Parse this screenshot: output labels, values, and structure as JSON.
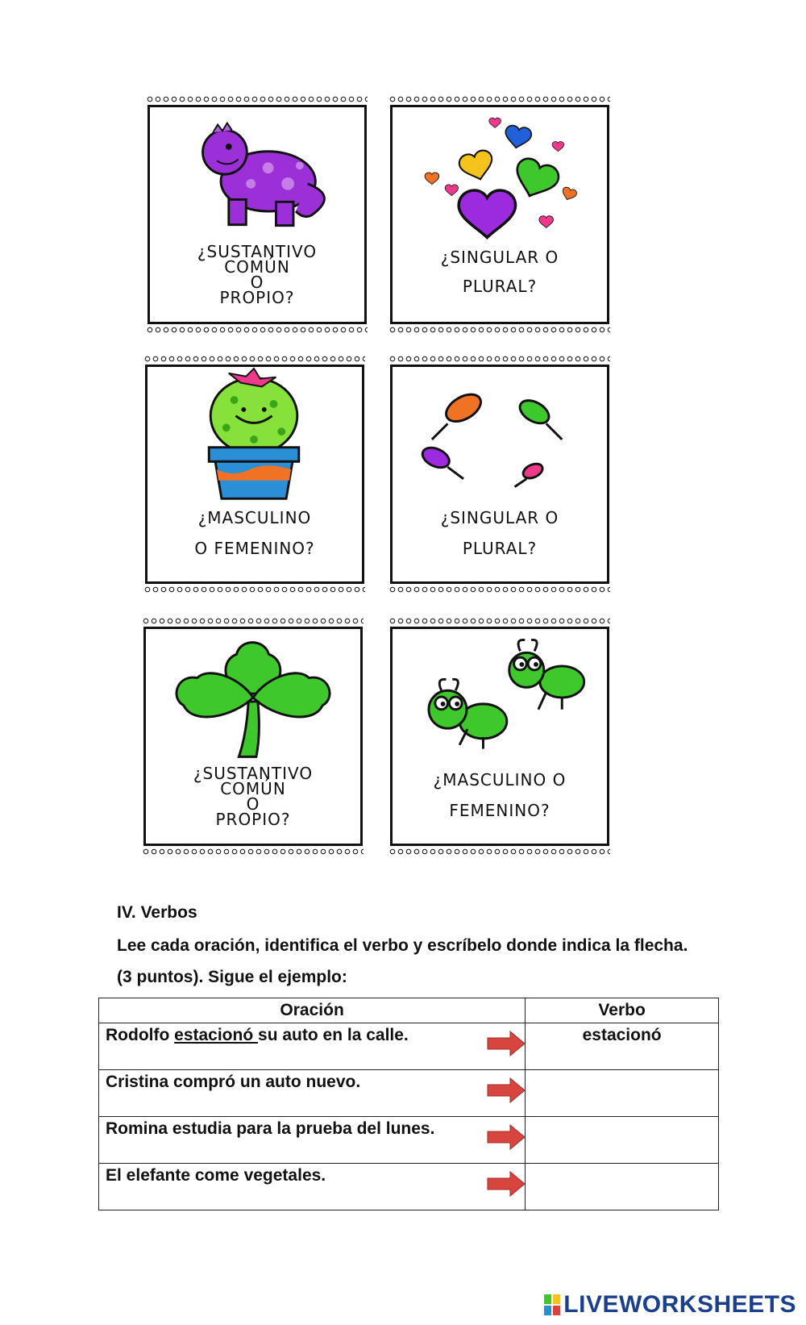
{
  "cards": [
    {
      "id": "dino",
      "lines": [
        "¿SUSTANTIVO",
        "COMÚN",
        "O",
        "PROPIO?"
      ]
    },
    {
      "id": "hearts",
      "lines": [
        "¿SINGULAR O",
        "PLURAL?"
      ]
    },
    {
      "id": "cactus",
      "lines": [
        "¿MASCULINO",
        "O FEMENINO?"
      ]
    },
    {
      "id": "pins",
      "lines": [
        "¿SINGULAR O",
        "PLURAL?"
      ]
    },
    {
      "id": "clover",
      "lines": [
        "¿SUSTANTIVO",
        "COMÚN",
        "O",
        "PROPIO?"
      ]
    },
    {
      "id": "ants",
      "lines": [
        "¿MASCULINO O",
        "FEMENINO?"
      ]
    }
  ],
  "section": {
    "title": "IV. Verbos",
    "instructions": "Lee cada oración, identifica el verbo y escríbelo donde indica la flecha. (3 puntos). Sigue el ejemplo:"
  },
  "table": {
    "headers": [
      "Oración",
      "Verbo"
    ],
    "example": {
      "before": "Rodolfo ",
      "verb_underlined": "estacionó ",
      "after": "su auto en la calle.",
      "answer": "estacionó"
    },
    "rows": [
      {
        "sentence": "Cristina compró un auto nuevo.",
        "answer": ""
      },
      {
        "sentence": "Romina estudia para la prueba del lunes.",
        "answer": ""
      },
      {
        "sentence": "El elefante come vegetales.",
        "answer": ""
      }
    ]
  },
  "brand": {
    "name": "LIVEWORKSHEETS"
  },
  "colors": {
    "arrow": "#d8453f",
    "brand": "#1b3f8f"
  }
}
